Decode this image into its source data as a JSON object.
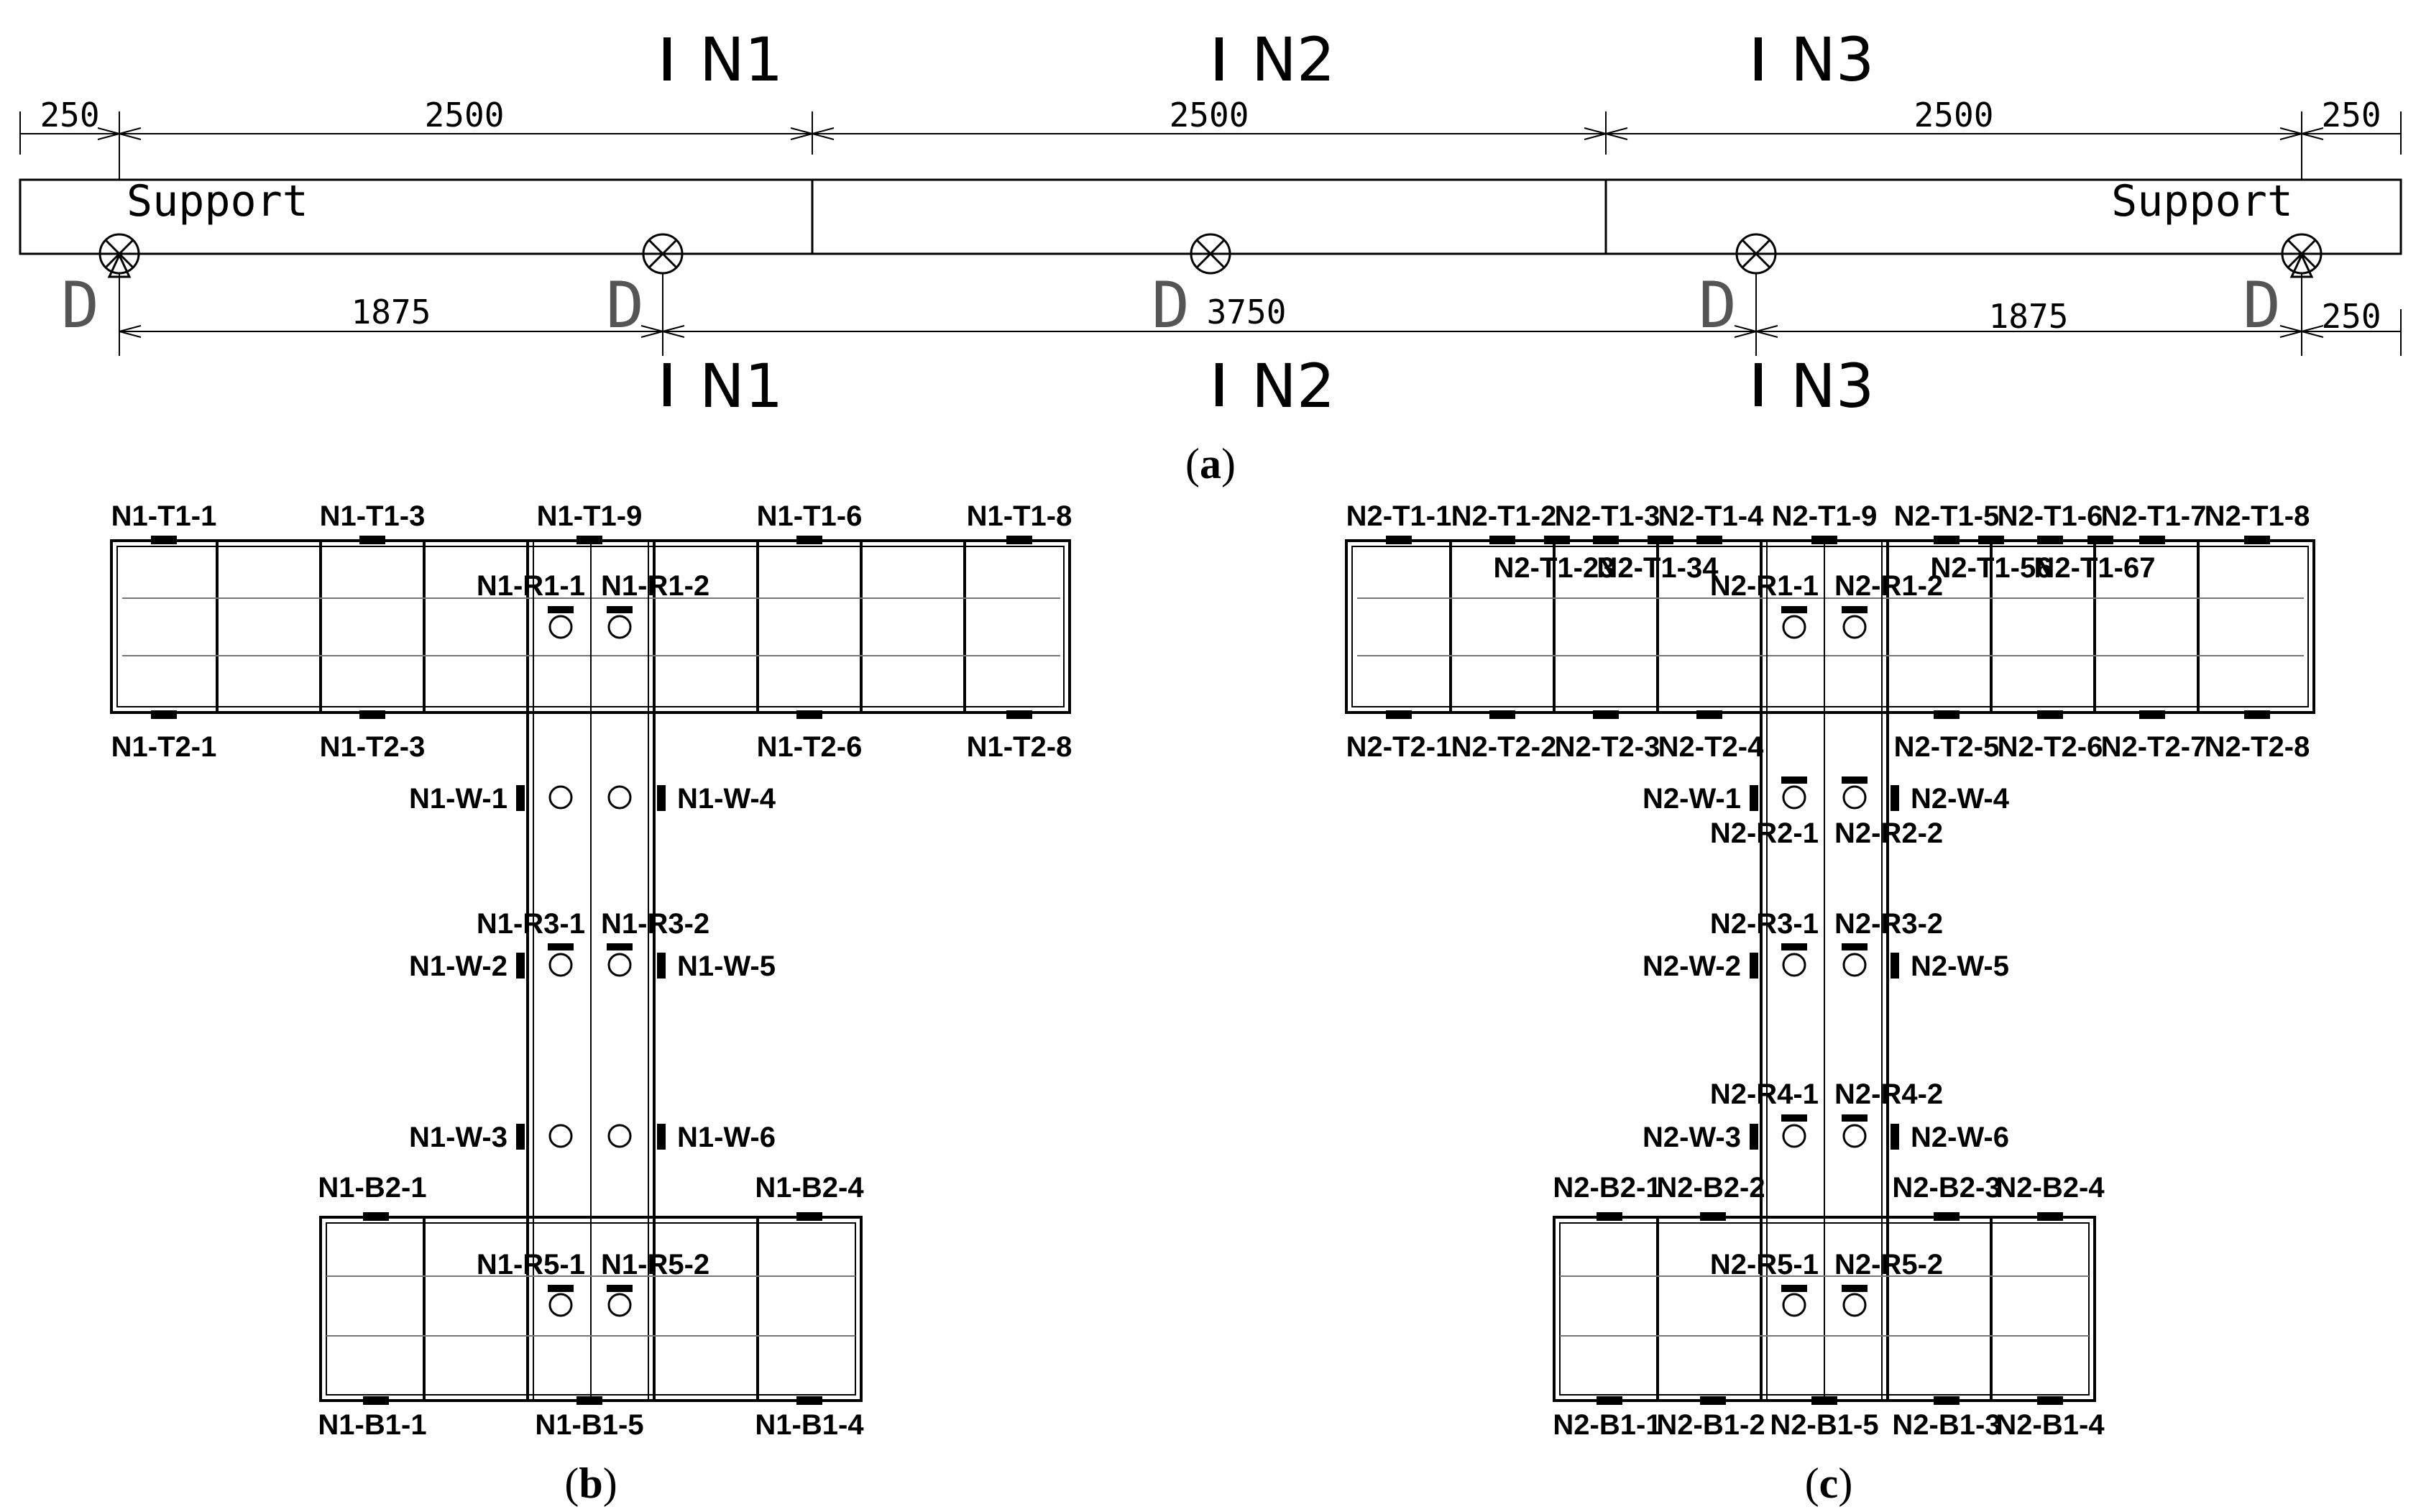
{
  "panel_a": {
    "section_top": [
      "N1",
      "N2",
      "N3"
    ],
    "section_bottom": [
      "N1",
      "N2",
      "N3"
    ],
    "dims_top": [
      "250",
      "2500",
      "2500",
      "2500",
      "250"
    ],
    "dims_bottom": [
      "1875",
      "3750",
      "1875",
      "250"
    ],
    "support_left": "Support",
    "support_right": "Support",
    "d_marks": [
      "D",
      "D",
      "D",
      "D",
      "D"
    ],
    "caption": "a"
  },
  "panel_b": {
    "caption": "b",
    "top_flange_top": [
      "N1-T1-1",
      "N1-T1-3",
      "N1-T1-9",
      "N1-T1-6",
      "N1-T1-8"
    ],
    "top_flange_bottom": [
      "N1-T2-1",
      "N1-T2-3",
      "N1-T2-6",
      "N1-T2-8"
    ],
    "rebar": [
      "N1-R1-1",
      "N1-R1-2",
      "N1-R3-1",
      "N1-R3-2",
      "N1-R5-1",
      "N1-R5-2"
    ],
    "web": [
      "N1-W-1",
      "N1-W-4",
      "N1-W-2",
      "N1-W-5",
      "N1-W-3",
      "N1-W-6"
    ],
    "bottom_flange_top": [
      "N1-B2-1",
      "N1-B2-4"
    ],
    "bottom_flange_bottom": [
      "N1-B1-1",
      "N1-B1-5",
      "N1-B1-4"
    ]
  },
  "panel_c": {
    "caption": "c",
    "top_flange_top": [
      "N2-T1-1",
      "N2-T1-2",
      "N2-T1-3",
      "N2-T1-4",
      "N2-T1-9",
      "N2-T1-5",
      "N2-T1-6",
      "N2-T1-7",
      "N2-T1-8"
    ],
    "top_flange_mid": [
      "N2-T1-23",
      "N2-T1-34",
      "N2-T1-56",
      "N2-T1-67"
    ],
    "top_flange_bottom": [
      "N2-T2-1",
      "N2-T2-2",
      "N2-T2-3",
      "N2-T2-4",
      "N2-T2-5",
      "N2-T2-6",
      "N2-T2-7",
      "N2-T2-8"
    ],
    "rebar": [
      "N2-R1-1",
      "N2-R1-2",
      "N2-R2-1",
      "N2-R2-2",
      "N2-R3-1",
      "N2-R3-2",
      "N2-R4-1",
      "N2-R4-2",
      "N2-R5-1",
      "N2-R5-2"
    ],
    "web": [
      "N2-W-1",
      "N2-W-4",
      "N2-W-2",
      "N2-W-5",
      "N2-W-3",
      "N2-W-6"
    ],
    "bottom_flange_top": [
      "N2-B2-1",
      "N2-B2-2",
      "N2-B2-3",
      "N2-B2-4"
    ],
    "bottom_flange_bottom": [
      "N2-B1-1",
      "N2-B1-2",
      "N2-B1-5",
      "N2-B1-3",
      "N2-B1-4"
    ]
  }
}
